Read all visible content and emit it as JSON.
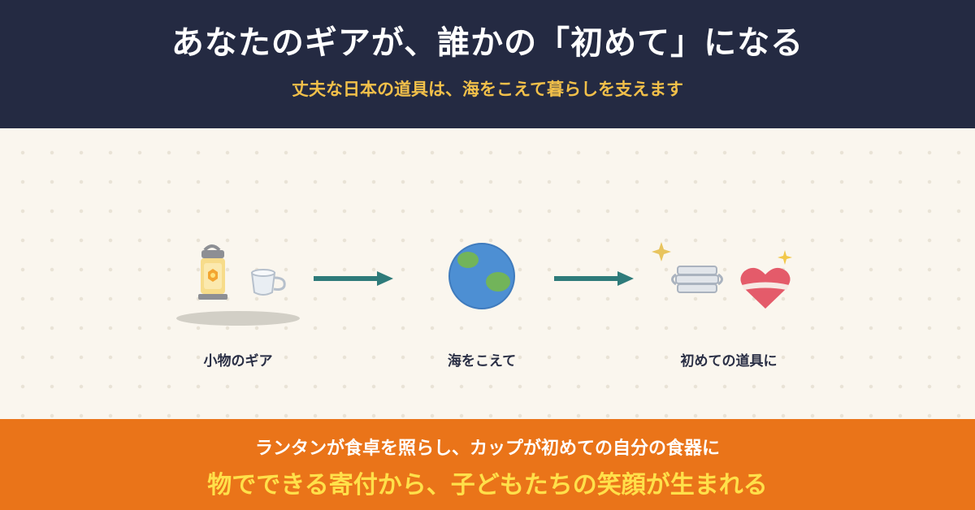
{
  "header": {
    "title": "あなたのギアが、誰かの「初めて」になる",
    "subtitle": "丈夫な日本の道具は、海をこえて暮らしを支えます"
  },
  "flow": {
    "steps": [
      {
        "label": "小物のギア",
        "icons": [
          "lantern-icon",
          "cup-icon"
        ]
      },
      {
        "label": "海をこえて",
        "icons": [
          "globe-icon"
        ]
      },
      {
        "label": "初めての道具に",
        "icons": [
          "sparkle-icon",
          "bowl-icon",
          "heart-icon"
        ]
      }
    ],
    "arrow_color": "#2e7b7a"
  },
  "footer": {
    "line1": "ランタンが食卓を照らし、カップが初めての自分の食器に",
    "line2": "物でできる寄付から、子どもたちの笑顔が生まれる"
  },
  "colors": {
    "header_bg": "#242a42",
    "accent_yellow": "#f2c04a",
    "footer_bg": "#ea7419",
    "footer_highlight": "#ffe04a"
  }
}
